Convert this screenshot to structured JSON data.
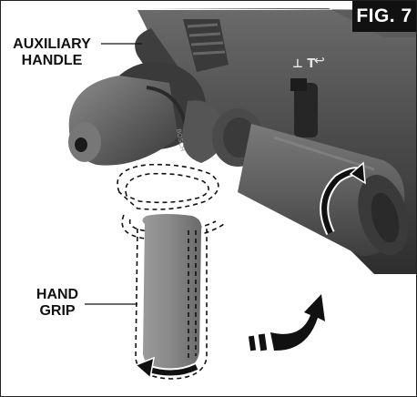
{
  "figure": {
    "label": "FIG. 7"
  },
  "callouts": {
    "auxiliary_handle": {
      "line1": "AUXILIARY",
      "line2": "HANDLE"
    },
    "hand_grip": {
      "line1": "HAND",
      "line2": "GRIP"
    }
  },
  "tool_markings": {
    "mode_icons": "⊥ T",
    "mode_arrow": "↩",
    "brand_engraving": "BOSCH"
  },
  "colors": {
    "drill_body": "#4b4b4b",
    "drill_dark": "#2c2c2c",
    "grip": "#8a8a8a",
    "arrow": "#111111"
  }
}
